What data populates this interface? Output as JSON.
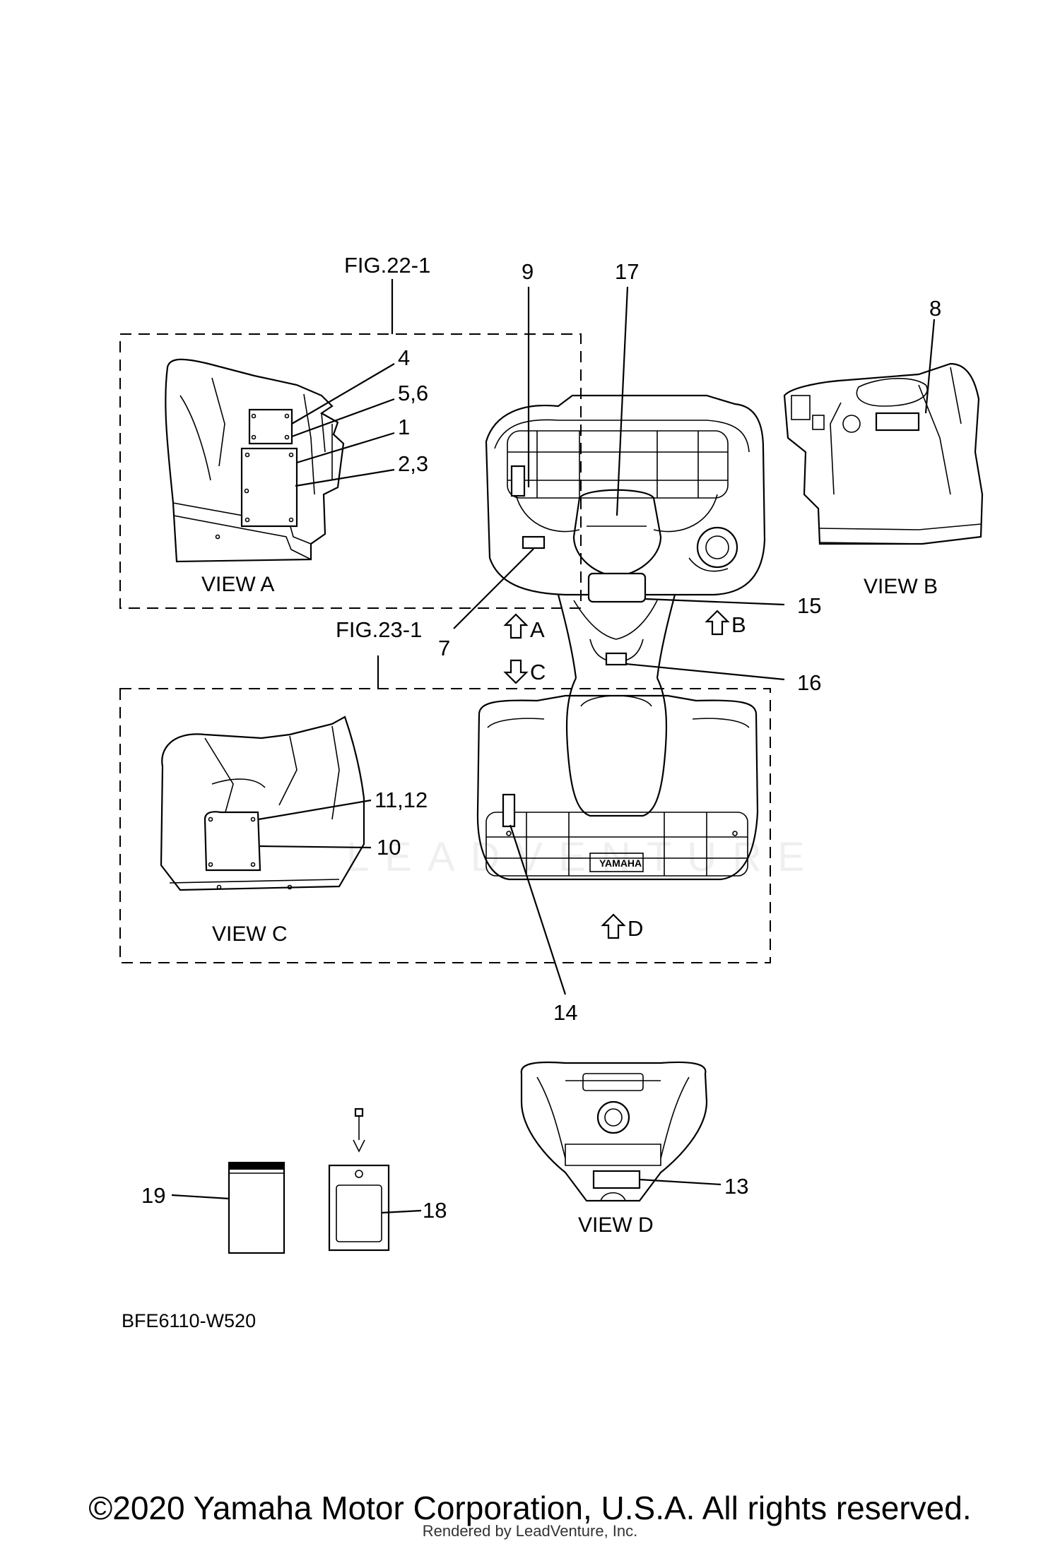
{
  "references": {
    "fig_22": "FIG.22-1",
    "fig_23": "FIG.23-1"
  },
  "views": {
    "a": "VIEW A",
    "b": "VIEW B",
    "c": "VIEW C",
    "d": "VIEW D"
  },
  "arrows": {
    "a": "A",
    "b": "B",
    "c": "C",
    "d": "D"
  },
  "callouts": {
    "c1": "1",
    "c2_3": "2,3",
    "c4": "4",
    "c5_6": "5,6",
    "c7": "7",
    "c8": "8",
    "c9": "9",
    "c10": "10",
    "c11_12": "11,12",
    "c13": "13",
    "c14": "14",
    "c15": "15",
    "c16": "16",
    "c17": "17",
    "c18": "18",
    "c19": "19"
  },
  "diagram_code": "BFE6110-W520",
  "watermark": "LEADVENTURE",
  "footer": {
    "copyright": "©2020 Yamaha Motor Corporation, U.S.A. All rights reserved.",
    "rendered_by": "Rendered by LeadVenture, Inc."
  },
  "colors": {
    "line": "#000000",
    "background": "#ffffff"
  }
}
